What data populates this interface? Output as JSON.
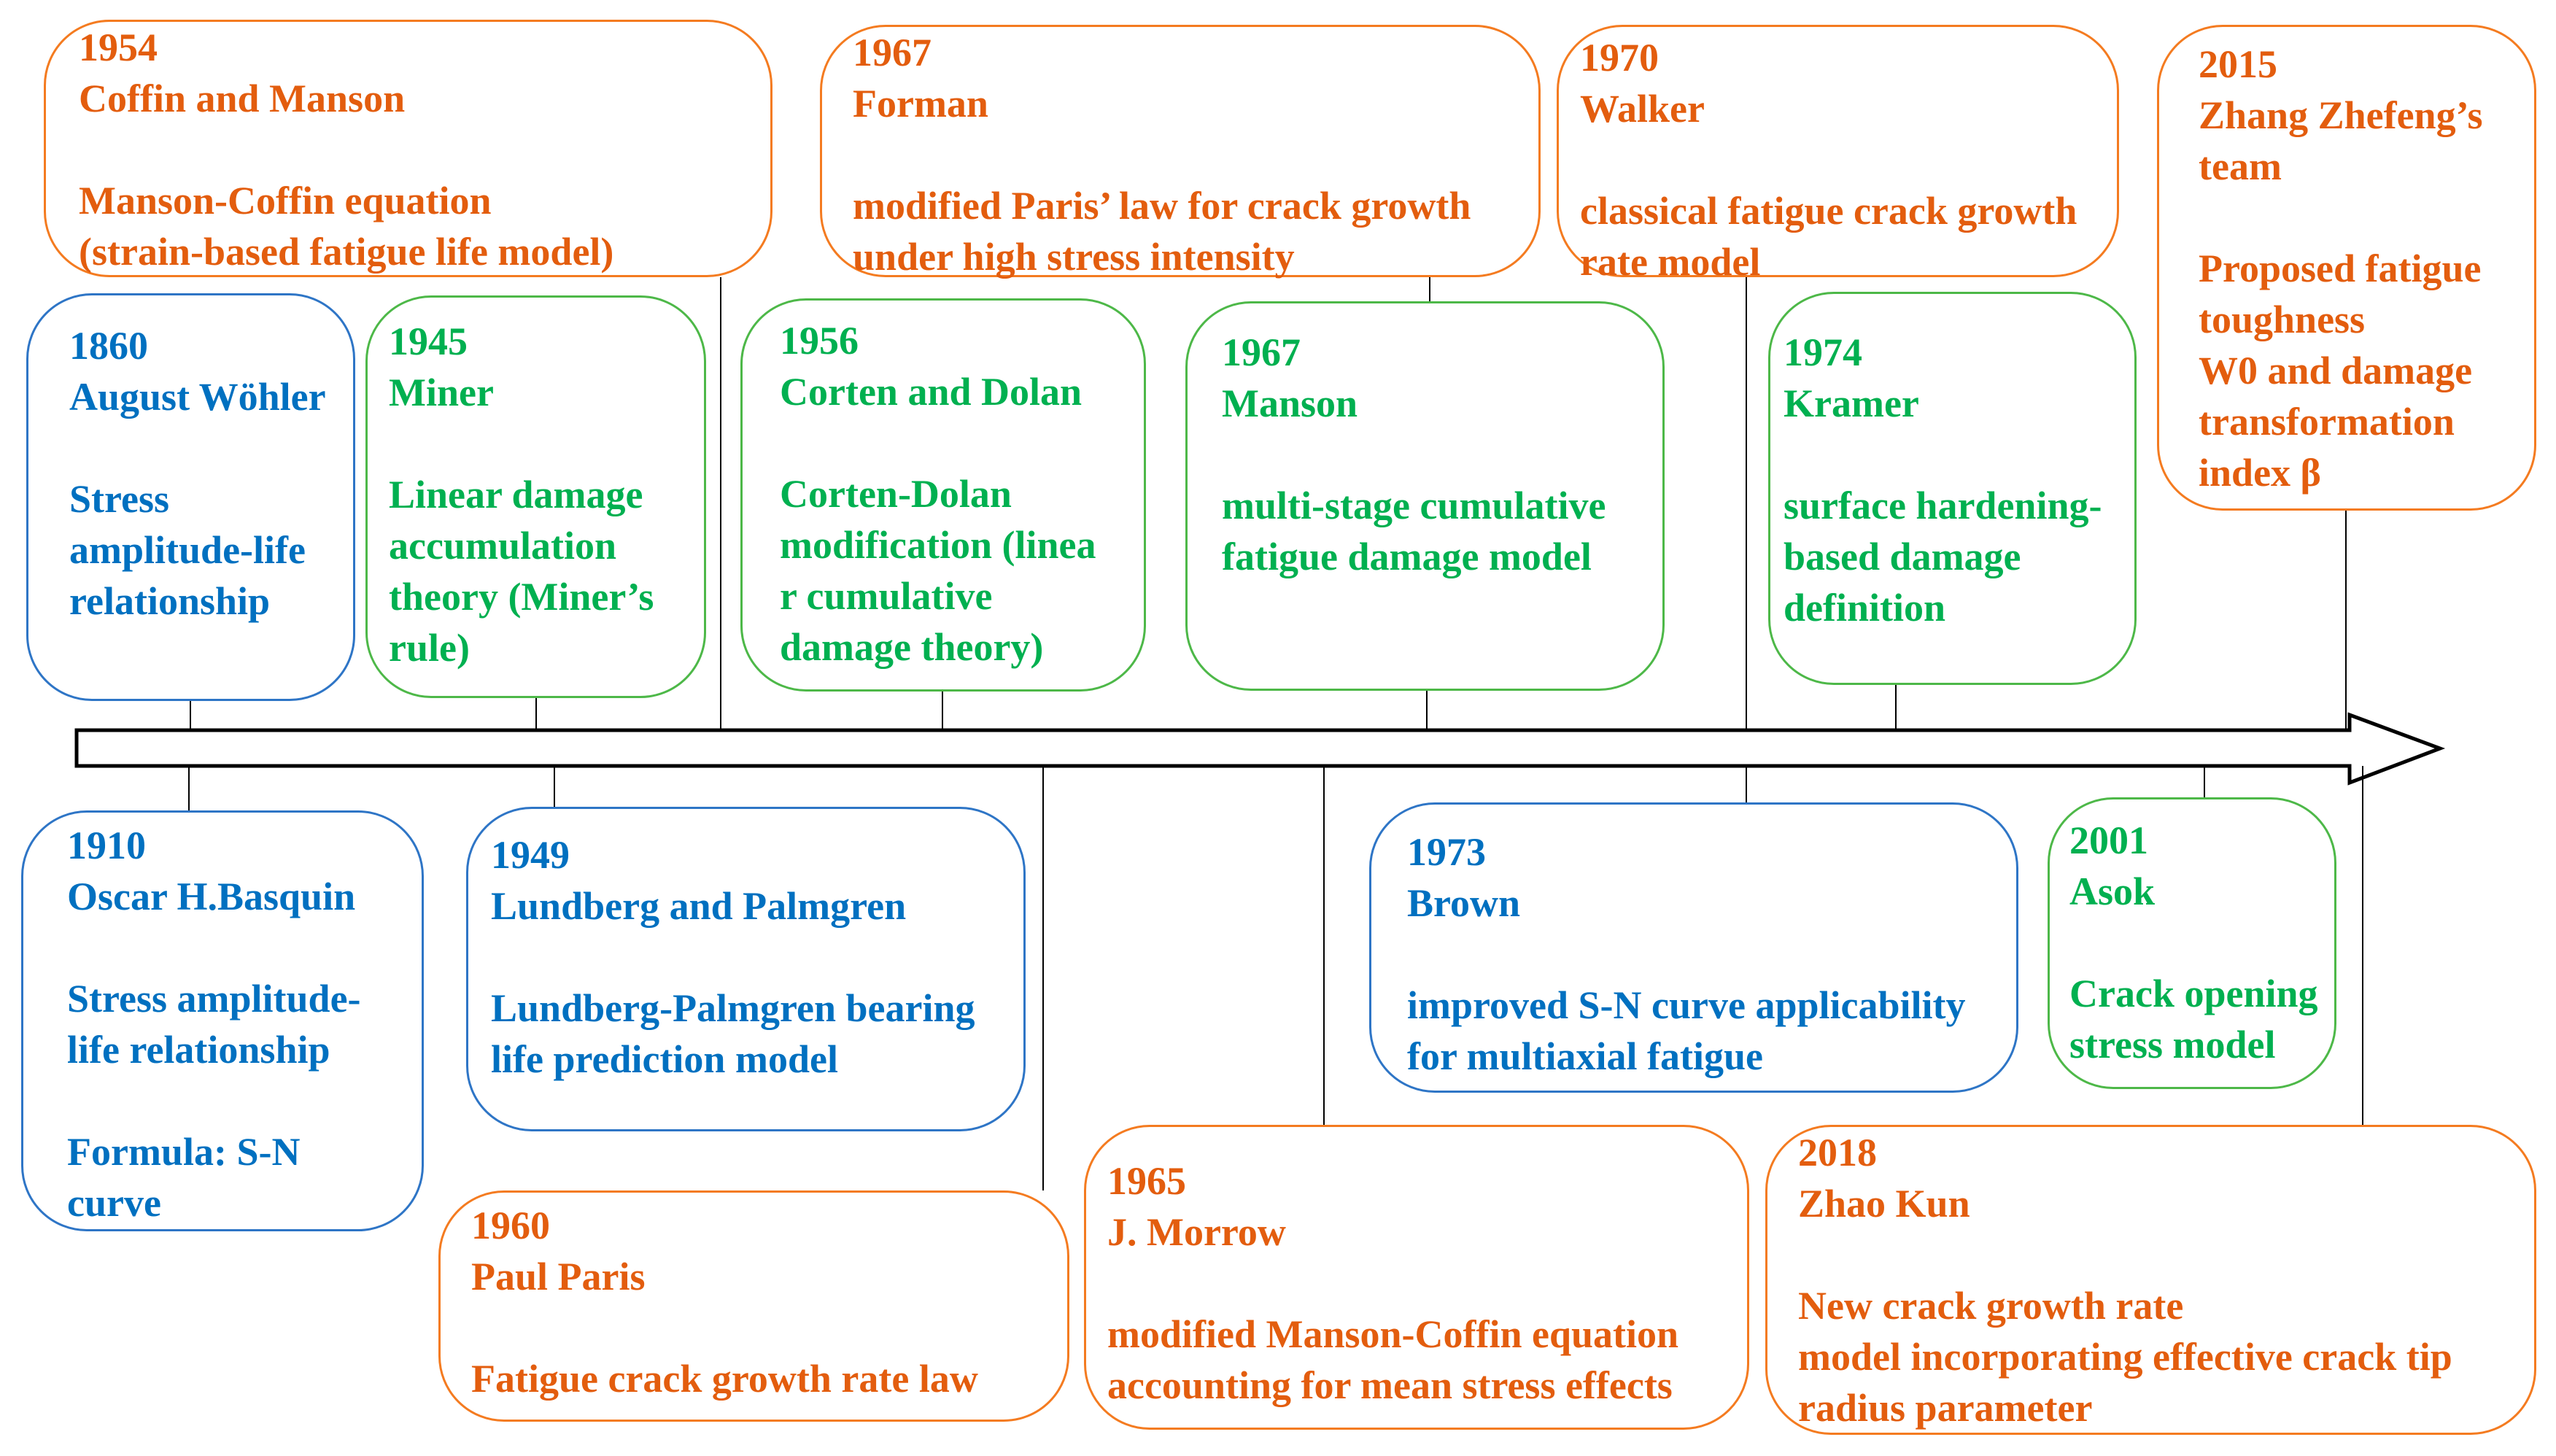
{
  "colors": {
    "orange": "#e35d0e",
    "blue": "#0070c0",
    "green": "#00b050",
    "axis": "#000000"
  },
  "events": [
    {
      "year": "1954",
      "name": "Coffin and Manson",
      "desc": [
        "Manson-Coffin equation",
        " (strain-based fatigue life model)"
      ],
      "color": "orange"
    },
    {
      "year": "1967",
      "name": "Forman",
      "desc": [
        "modified Paris’ law for crack growth",
        "under high stress intensity"
      ],
      "color": "orange"
    },
    {
      "year": "1970",
      "name": "Walker",
      "desc": [
        "classical fatigue crack growth",
        "rate model"
      ],
      "color": "orange"
    },
    {
      "year": "2015",
      "name": "Zhang Zhefeng’s",
      "name2": "team",
      "desc": [
        "Proposed fatigue",
        "toughness",
        "W0 and damage",
        "transformation",
        "index β"
      ],
      "color": "orange"
    },
    {
      "year": "1860",
      "name": "August Wöhler",
      "desc": [
        "Stress",
        "amplitude-life",
        "relationship"
      ],
      "color": "blue"
    },
    {
      "year": "1945",
      "name": "Miner",
      "desc": [
        "Linear damage",
        "accumulation",
        "theory (Miner’s",
        "rule)"
      ],
      "color": "green"
    },
    {
      "year": "1956",
      "name": "Corten and Dolan",
      "desc": [
        "Corten-Dolan",
        "modification (linea",
        "r cumulative",
        "damage theory)"
      ],
      "color": "green"
    },
    {
      "year": "1967",
      "name": "Manson",
      "desc": [
        "multi-stage cumulative",
        "fatigue damage model"
      ],
      "color": "green"
    },
    {
      "year": "1974",
      "name": "Kramer",
      "desc": [
        "surface hardening-",
        "based damage",
        "definition"
      ],
      "color": "green"
    },
    {
      "year": "1910",
      "name": "Oscar H.Basquin",
      "desc": [
        "Stress amplitude-",
        "life relationship",
        "",
        "Formula: S-N",
        "curve"
      ],
      "color": "blue"
    },
    {
      "year": "1949",
      "name": "Lundberg and Palmgren",
      "desc": [
        "Lundberg-Palmgren bearing",
        "life prediction model"
      ],
      "color": "blue"
    },
    {
      "year": "1960",
      "name": "Paul Paris",
      "desc": [
        "Fatigue crack growth rate law"
      ],
      "color": "orange"
    },
    {
      "year": "1965",
      "name": "J. Morrow",
      "desc": [
        "modified Manson-Coffin equation",
        "accounting for mean stress effects"
      ],
      "color": "orange"
    },
    {
      "year": "1973",
      "name": "Brown",
      "desc": [
        "improved S-N curve applicability",
        "for multiaxial fatigue"
      ],
      "color": "blue"
    },
    {
      "year": "2001",
      "name": "Asok",
      "desc": [
        "Crack opening",
        "stress model"
      ],
      "color": "green"
    },
    {
      "year": "2018",
      "name": "Zhao Kun",
      "desc": [
        "New crack growth rate",
        "model incorporating effective crack tip",
        "radius parameter"
      ],
      "color": "orange"
    }
  ]
}
